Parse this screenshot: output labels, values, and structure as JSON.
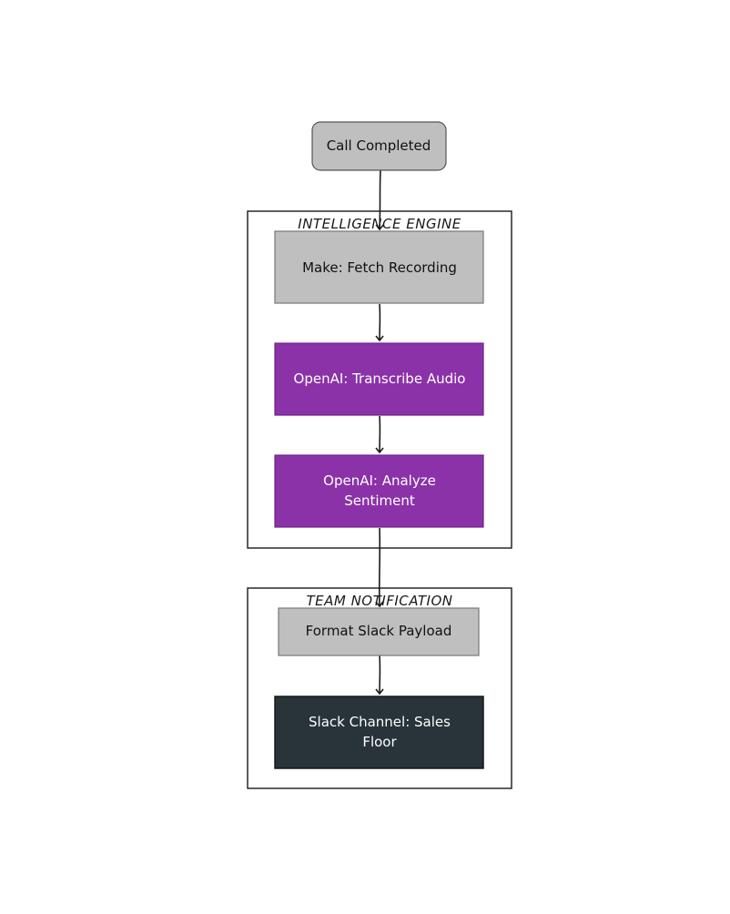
{
  "colors": {
    "gray_fill": "#bfbfbf",
    "purple_fill": "#8b32a8",
    "dark_fill": "#28333a",
    "stroke": "#1a1a1a"
  },
  "groups": {
    "intelligence_engine": "INTELLIGENCE ENGINE",
    "team_notification": "TEAM NOTIFICATION"
  },
  "nodes": {
    "call_completed": "Call Completed",
    "fetch_recording": "Make: Fetch Recording",
    "transcribe_audio": "OpenAI: Transcribe Audio",
    "analyze_sentiment_line1": "OpenAI: Analyze",
    "analyze_sentiment_line2": "Sentiment",
    "format_slack": "Format Slack Payload",
    "slack_channel_line1": "Slack Channel: Sales",
    "slack_channel_line2": "Floor"
  }
}
